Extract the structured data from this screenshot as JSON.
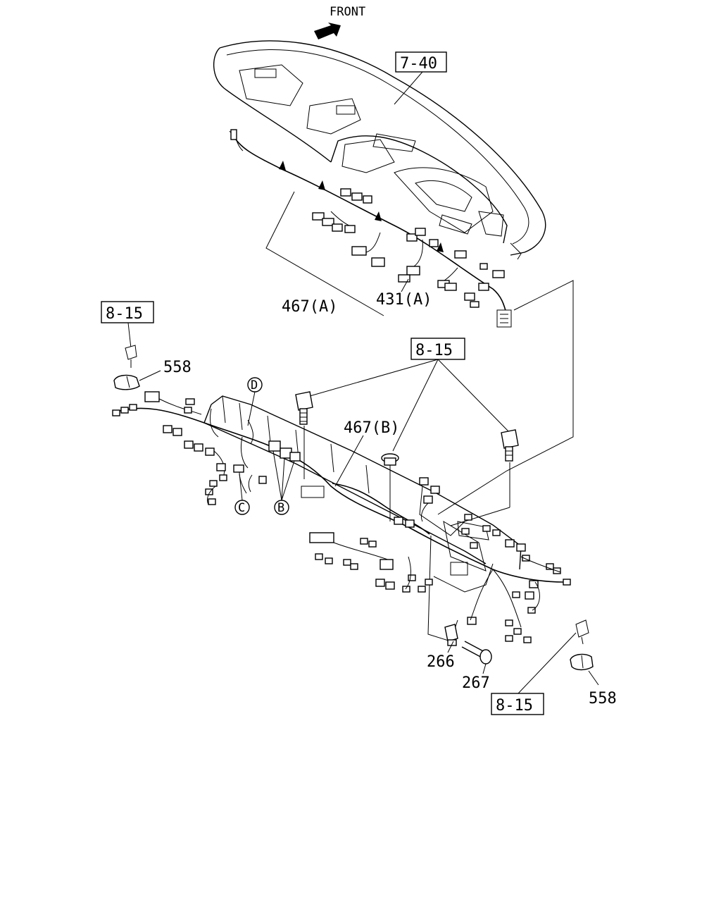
{
  "orientation_label": "FRONT",
  "callouts": {
    "dash_ref": "7-40",
    "ref_left": "8-15",
    "ref_center": "8-15",
    "ref_bottom": "8-15",
    "harness_a": "467(A)",
    "harness_a_sub": "431(A)",
    "harness_b": "467(B)",
    "clip_left": "558",
    "clip_right": "558",
    "bracket": "266",
    "bolt": "267"
  },
  "connector_points": {
    "b": "B",
    "c": "C",
    "d": "D"
  }
}
